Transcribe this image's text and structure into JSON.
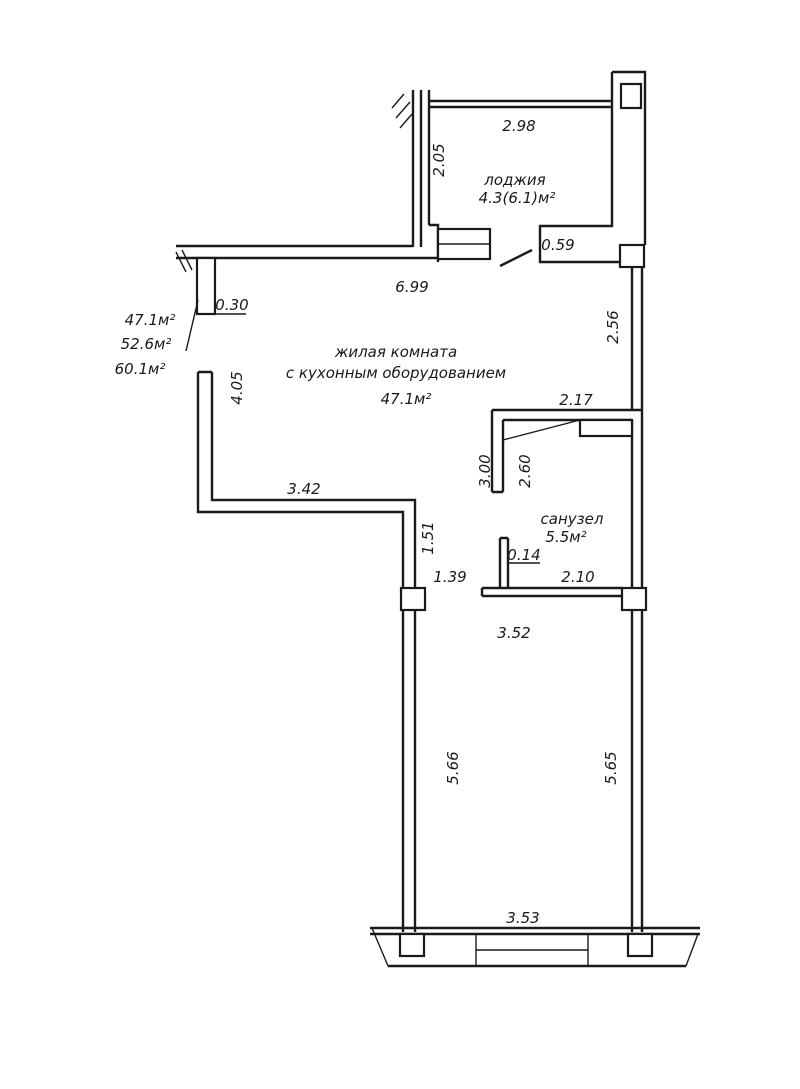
{
  "rooms": {
    "loggia_name": "лоджия",
    "loggia_area": "4.3(6.1)м²",
    "living_name_line1": "жилая комната",
    "living_name_line2": "с кухонным оборудованием",
    "living_area": "47.1м²",
    "bath_name": "санузел",
    "bath_area": "5.5м²"
  },
  "summary": {
    "living": "47.1м²",
    "total": "52.6м²",
    "with_loggia": "60.1м²"
  },
  "dimensions": {
    "loggia_width": "2.98",
    "loggia_depth": "2.05",
    "loggia_door": "0.59",
    "top_wall": "6.99",
    "left_pier": "0.30",
    "right_upper": "2.56",
    "left_upper": "4.05",
    "step": "3.42",
    "bath_width": "2.17",
    "bath_height_outer": "3.00",
    "bath_height_inner": "2.60",
    "step_vertical": "1.51",
    "passage": "1.39",
    "bath_door": "0.14",
    "bath_bottom": "2.10",
    "hall_width": "3.52",
    "left_lower": "5.66",
    "right_lower": "5.65",
    "bottom_width": "3.53"
  }
}
